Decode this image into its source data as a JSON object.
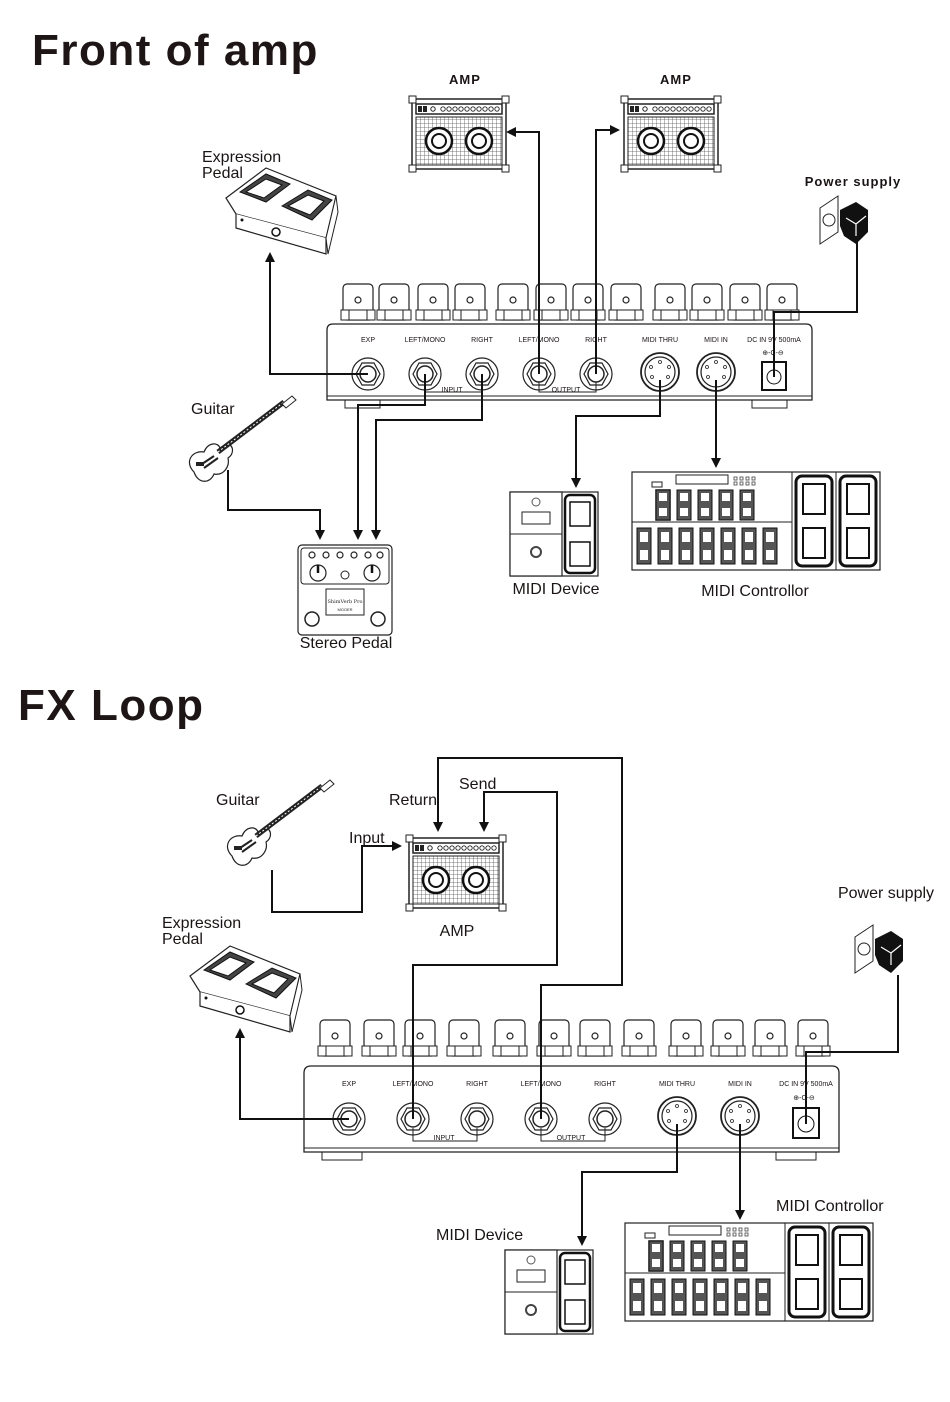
{
  "sections": [
    {
      "title": "Front of amp",
      "labels": {
        "amp_left": "AMP",
        "amp_right": "AMP",
        "expression_pedal": [
          "Expression",
          "Pedal"
        ],
        "power_supply": "Power supply",
        "guitar": "Guitar",
        "stereo_pedal": "Stereo Pedal",
        "midi_device": "MIDI Device",
        "midi_controller": "MIDI Controllor"
      },
      "switcher": {
        "jacks": [
          "EXP",
          "LEFT/MONO",
          "RIGHT",
          "LEFT/MONO",
          "RIGHT",
          "MIDI THRU",
          "MIDI IN",
          "DC IN 9V 500mA"
        ],
        "groups": [
          "INPUT",
          "OUTPUT"
        ],
        "polarity": "⊕-C-⊖"
      }
    },
    {
      "title": "FX Loop",
      "labels": {
        "guitar": "Guitar",
        "input": "Input",
        "return": "Return",
        "send": "Send",
        "amp": "AMP",
        "expression_pedal": [
          "Expression",
          "Pedal"
        ],
        "power_supply": "Power supply",
        "midi_device": "MIDI Device",
        "midi_controller": "MIDI Controllor"
      },
      "switcher": {
        "jacks": [
          "EXP",
          "LEFT/MONO",
          "RIGHT",
          "LEFT/MONO",
          "RIGHT",
          "MIDI THRU",
          "MIDI IN",
          "DC IN 9V 500mA"
        ],
        "groups": [
          "INPUT",
          "OUTPUT"
        ],
        "polarity": "⊕-C-⊖"
      }
    }
  ],
  "icons": {
    "amp": "amp-icon",
    "guitar": "guitar-icon",
    "expression_pedal": "expression-pedal-icon",
    "power_supply": "power-adapter-icon",
    "stereo_pedal": "stereo-pedal-icon",
    "midi_device": "midi-device-icon",
    "midi_controller": "midi-controller-icon"
  }
}
